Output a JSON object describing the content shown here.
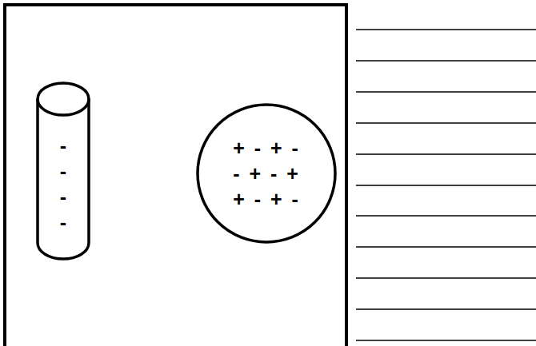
{
  "diagram": {
    "nodes": [
      {
        "text": [
          "-",
          "-",
          "-",
          "-"
        ]
      },
      {
        "text": [
          "+ - + -",
          "- + - +",
          "+ - + -"
        ]
      }
    ]
  }
}
